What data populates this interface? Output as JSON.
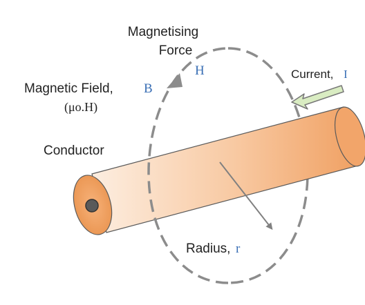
{
  "labels": {
    "force_line1": "Magnetising",
    "force_line2": "Force",
    "force_symbol": "H",
    "field_text": "Magnetic Field,",
    "field_symbol": "B",
    "field_formula": "(μo.H)",
    "current_text": "Current,",
    "current_symbol": "I",
    "conductor": "Conductor",
    "radius_text": "Radius,",
    "radius_symbol": "r"
  },
  "colors": {
    "symbol_blue": "#3a6fb5",
    "dashed_loop": "#8c8c8c",
    "conductor_light": "#fde6d2",
    "conductor_dark": "#f0a060",
    "arrow_fill": "#d9ecc2",
    "arrow_stroke": "#777777"
  }
}
